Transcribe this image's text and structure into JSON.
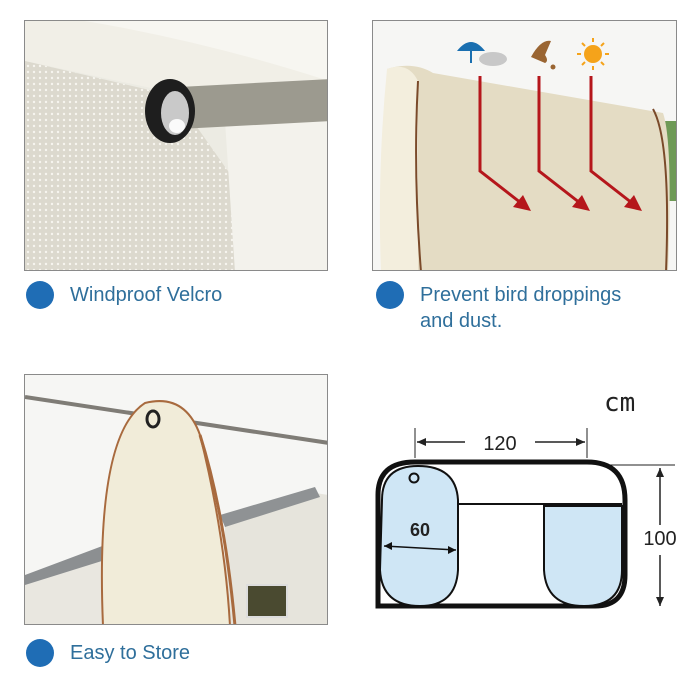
{
  "features": [
    {
      "id": "velcro",
      "caption": "Windproof Velcro",
      "image": "grommet-on-pole-closeup"
    },
    {
      "id": "protect",
      "caption": "Prevent bird droppings\nand dust.",
      "image": "cover-on-drying-rack",
      "icons": [
        "umbrella-rain-cloud-icon",
        "bird-icon",
        "sun-icon"
      ]
    },
    {
      "id": "store",
      "caption": "Easy to Store",
      "image": "folded-cover-on-pole"
    }
  ],
  "diagram": {
    "unit": "cm",
    "width_label": "120",
    "height_label": "100",
    "depth_label": "60"
  },
  "colors": {
    "caption_text": "#2f6f9b",
    "bullet": "#1f6db5",
    "arrow": "#b5161b",
    "diagram_fill": "#cfe6f5"
  }
}
